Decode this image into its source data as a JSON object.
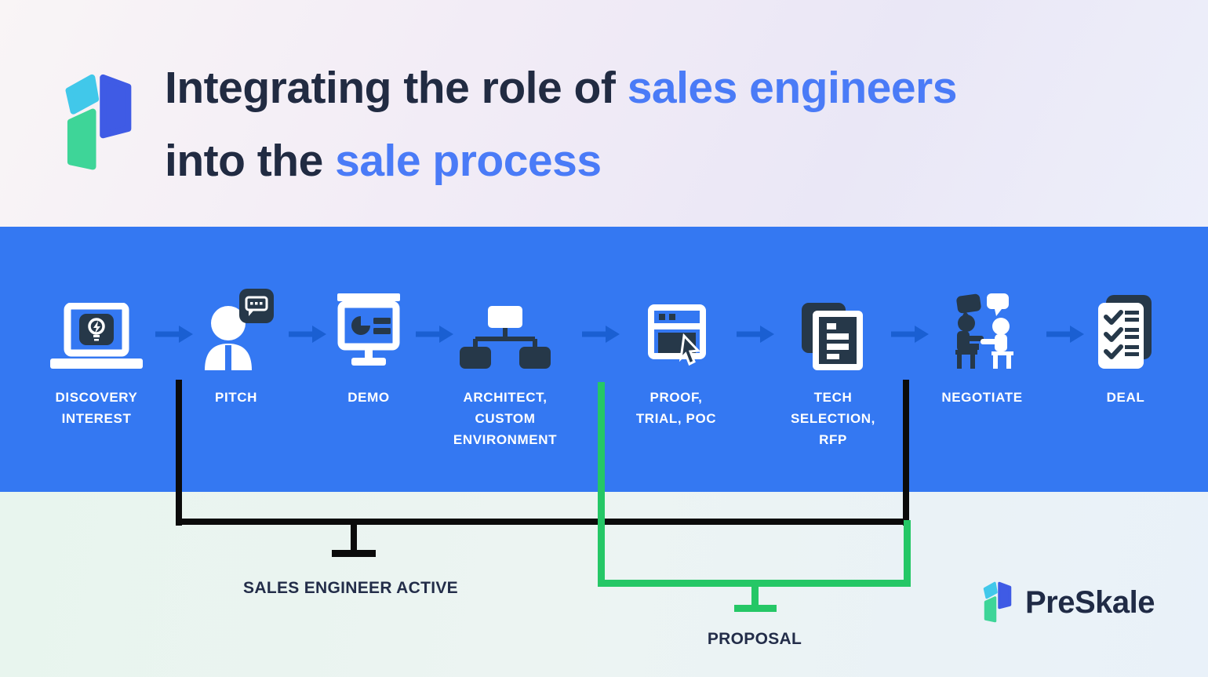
{
  "header": {
    "title": {
      "line1_normal": "Integrating the role of ",
      "line1_accent": "sales engineers",
      "line2_normal": "into the ",
      "line2_accent": "sale process"
    }
  },
  "process": {
    "steps": [
      {
        "name": "discovery-interest",
        "label": "DISCOVERY\nINTEREST",
        "icon": "laptop-idea-icon"
      },
      {
        "name": "pitch",
        "label": "PITCH",
        "icon": "presenter-speech-icon"
      },
      {
        "name": "demo",
        "label": "DEMO",
        "icon": "presentation-chart-icon"
      },
      {
        "name": "architect-custom-environment",
        "label": "ARCHITECT,\nCUSTOM\nENVIRONMENT",
        "icon": "org-structure-icon"
      },
      {
        "name": "proof-trial-poc",
        "label": "PROOF,\nTRIAL, POC",
        "icon": "browser-cursor-icon"
      },
      {
        "name": "tech-selection-rfp",
        "label": "TECH\nSELECTION,\nRFP",
        "icon": "document-stack-icon"
      },
      {
        "name": "negotiate",
        "label": "NEGOTIATE",
        "icon": "two-people-talking-icon"
      },
      {
        "name": "deal",
        "label": "DEAL",
        "icon": "checklist-icon"
      }
    ]
  },
  "annotations": {
    "sales_engineer_active": {
      "label": "SALES ENGINEER ACTIVE",
      "bracket_color": "#0B0B0B"
    },
    "proposal": {
      "label": "PROPOSAL",
      "bracket_color": "#25C766"
    }
  },
  "footer": {
    "brand": "PreSkale"
  },
  "colors": {
    "band_blue": "#3478F2",
    "arrow_blue": "#1A5FD2",
    "icon_navy": "#263849",
    "title_navy": "#212B42",
    "title_accent": "#4A7BF7",
    "bracket_black": "#0B0B0B",
    "bracket_green": "#25C766",
    "logo_cyan": "#41C8EA",
    "logo_blue": "#3F5BE5",
    "logo_green": "#3ED598"
  }
}
